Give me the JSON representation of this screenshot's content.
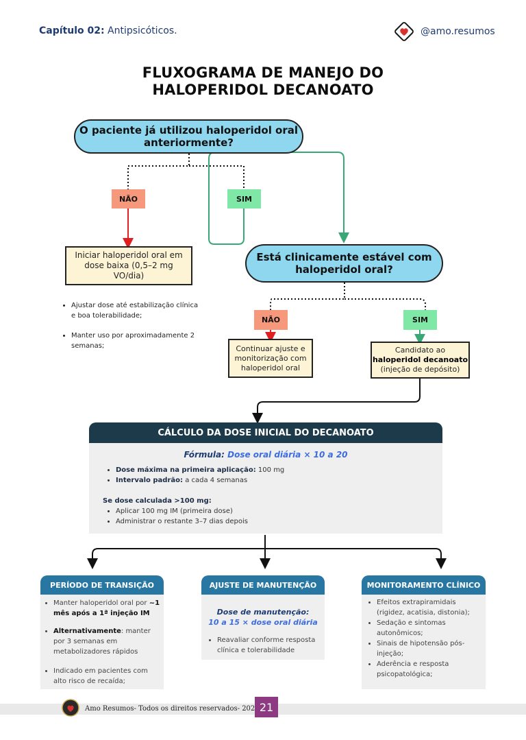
{
  "header": {
    "chapter_bold": "Capítulo 02:",
    "chapter_text": "Antipsicóticos.",
    "handle": "@amo.resumos"
  },
  "title": {
    "line1": "FLUXOGRAMA DE MANEJO DO",
    "line2": "HALOPERIDOL DECANOATO"
  },
  "q1": {
    "line1": "O paciente já utilizou haloperidol oral",
    "line2": "anteriormente?",
    "no": "NÃO",
    "yes": "SIM"
  },
  "start_box": {
    "line1": "Iniciar haloperidol oral em",
    "line2": "dose baixa (0,5–2 mg",
    "line3": "VO/dia)"
  },
  "start_bullets": [
    "Ajustar dose até estabilização clínica e boa tolerabilidade;",
    "Manter uso por aproximadamente 2 semanas;"
  ],
  "q2": {
    "line1": "Está clinicamente estável com",
    "line2": "haloperidol oral?",
    "no": "NÃO",
    "yes": "SIM"
  },
  "continue_box": {
    "line1": "Continuar ajuste e",
    "line2": "monitorização com",
    "line3": "haloperidol oral"
  },
  "candidate_box": {
    "line1": "Candidato ao",
    "line2": "haloperidol decanoato",
    "line3": "(injeção de depósito)"
  },
  "calc": {
    "title": "CÁLCULO DA DOSE INICIAL DO DECANOATO",
    "formula_label": "Fórmula:",
    "formula_value": "Dose oral diária × 10 a 20",
    "max_label": "Dose máxima na primeira aplicação:",
    "max_value": "100 mg",
    "interval_label": "Intervalo padrão:",
    "interval_value": "a cada 4 semanas",
    "over_title": "Se dose calculada >100 mg:",
    "over_items": [
      "Aplicar 100 mg IM (primeira dose)",
      "Administrar o restante 3–7 dias depois"
    ]
  },
  "transition": {
    "title": "PERÍODO DE TRANSIÇÃO",
    "item1_a": "Manter haloperidol oral por",
    "item1_b": "~1 mês após a 1ª injeção IM",
    "item2_a": "Alternativamente",
    "item2_b": ": manter por 3 semanas em metabolizadores rápidos",
    "item3": "Indicado em pacientes com alto risco de recaída;"
  },
  "maintenance": {
    "title": "AJUSTE DE MANUTENÇÃO",
    "dose_label": "Dose de manutenção:",
    "dose_value": "10 a 15 × dose oral diária",
    "item1": "Reavaliar conforme resposta clínica e tolerabilidade"
  },
  "monitoring": {
    "title": "MONITORAMENTO CLÍNICO",
    "items": [
      "Efeitos extrapiramidais (rigidez, acatisia, distonia);",
      "Sedação e sintomas autonômicos;",
      "Sinais de hipotensão pós-injeção;",
      "Aderência e resposta psicopatológica;"
    ]
  },
  "footer": {
    "text": "Amo Resumos- Todos os direitos reservados- 2025",
    "page": "21"
  },
  "colors": {
    "navy": "#1f3c72",
    "question_fill": "#8fd7ee",
    "no_tag": "#f6987c",
    "yes_tag": "#7fe8a6",
    "box_fill": "#fdf4d6",
    "calc_header": "#1c3a4a",
    "section_header": "#2877a3",
    "page_badge": "#8e3a82",
    "flow_green": "#3aa876",
    "flow_red": "#e02020"
  }
}
